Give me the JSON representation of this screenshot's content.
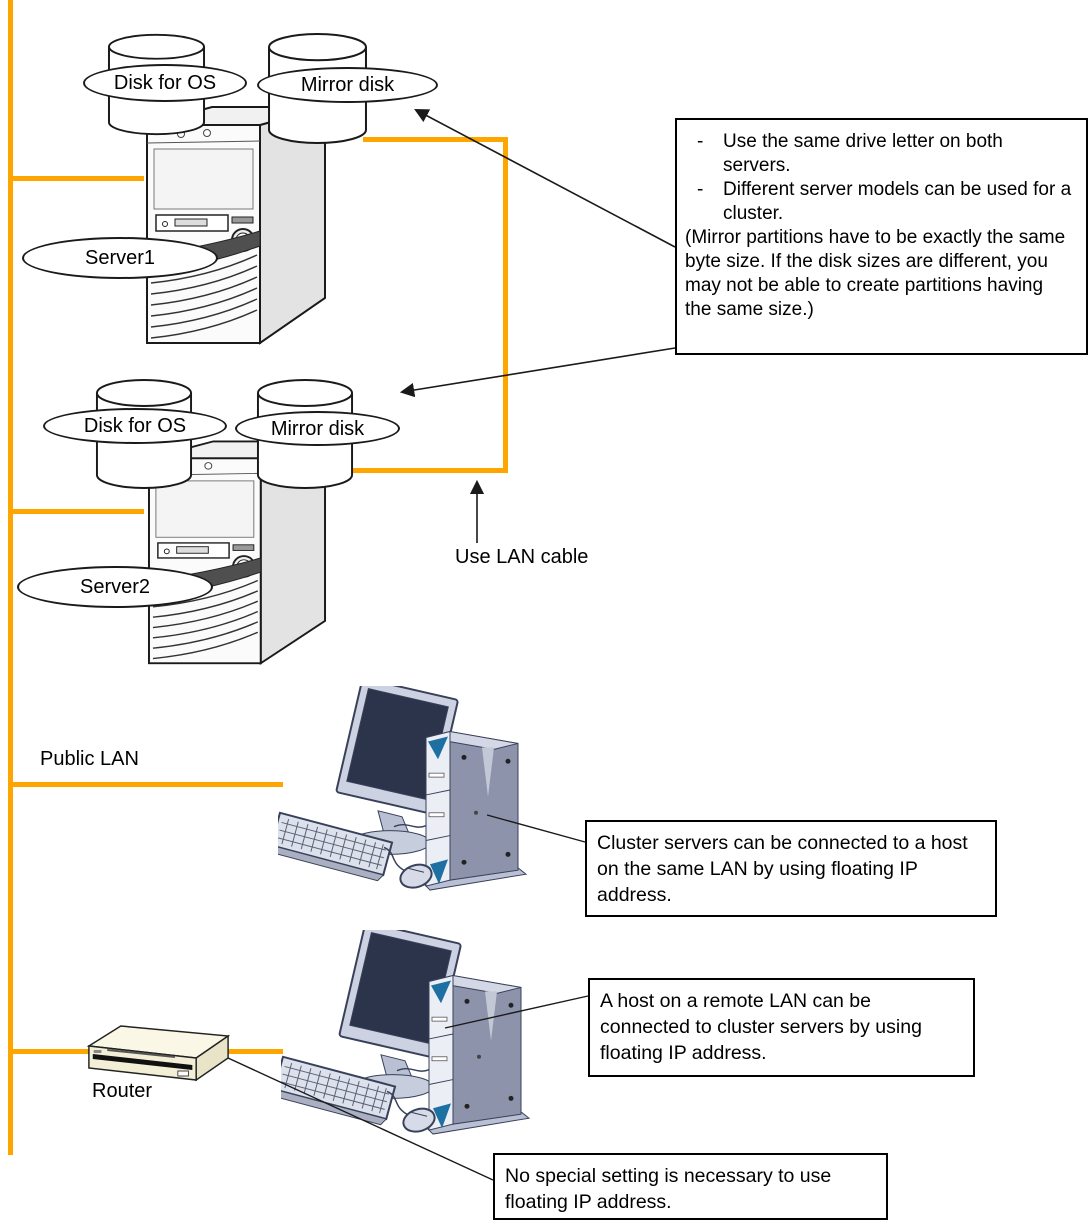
{
  "palette": {
    "cable_orange": "#FFA500",
    "line_black": "#1a1a1a"
  },
  "diagram": {
    "servers": {
      "server1": {
        "name": "Server1",
        "os_disk": "Disk for OS",
        "mirror_disk": "Mirror disk"
      },
      "server2": {
        "name": "Server2",
        "os_disk": "Disk for OS",
        "mirror_disk": "Mirror disk"
      }
    },
    "labels": {
      "public_lan": "Public LAN",
      "use_lan_cable": "Use LAN cable",
      "router": "Router"
    },
    "bullet_marker": "-",
    "notes": {
      "disk_note_bullet1": "Use the same drive letter on both servers.",
      "disk_note_bullet2": "Different server models can be used for a cluster.",
      "disk_note_paren": "(Mirror partitions have to be exactly the same byte size. If the disk sizes are different, you may not be able to create partitions having the same size.)",
      "same_lan": "Cluster servers can be connected to a host on the same LAN by using floating IP address.",
      "remote_lan": "A host on a remote LAN can be connected to cluster servers by using floating IP address.",
      "floating_ip": "No special setting is necessary to use floating IP address."
    }
  }
}
